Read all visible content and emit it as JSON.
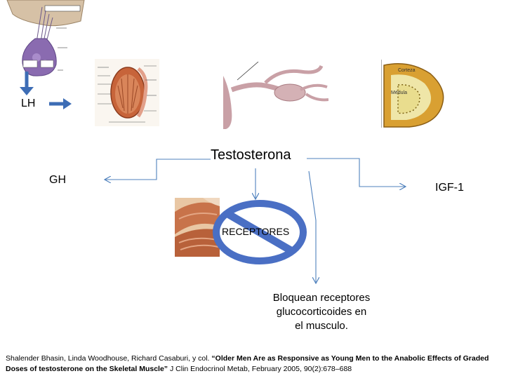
{
  "diagram": {
    "title": "Testosterona",
    "left_target": "GH",
    "right_target": "IGF-1",
    "lh_label": "LH",
    "receptor_label": "RECEPTORES",
    "bloquean_lines": [
      "Bloquean receptores",
      "glucocorticoides en",
      "el musculo."
    ],
    "adrenal_labels": {
      "cortex": "Corteza",
      "medulla": "Médula"
    }
  },
  "citation": {
    "authors": "Shalender Bhasin, Linda Woodhouse, Richard Casaburi, y col. ",
    "title": "“Older Men Are as Responsive as Young Men to the Anabolic Effects of Graded Doses of  testosterone on the Skeletal Muscle”",
    "journal": " J Clin Endocrinol Metab, February 2005, 90(2):678–688"
  },
  "colors": {
    "arrow": "#4f81bd",
    "prohibition": "#4a6fc4",
    "lh_arrow": "#3d6db5",
    "pituitary": "#8a6bb0",
    "testis": "#c7643a",
    "uterus": "#c9a0a6",
    "adrenal_cortex": "#d9a032",
    "muscle": "#c8734a"
  }
}
